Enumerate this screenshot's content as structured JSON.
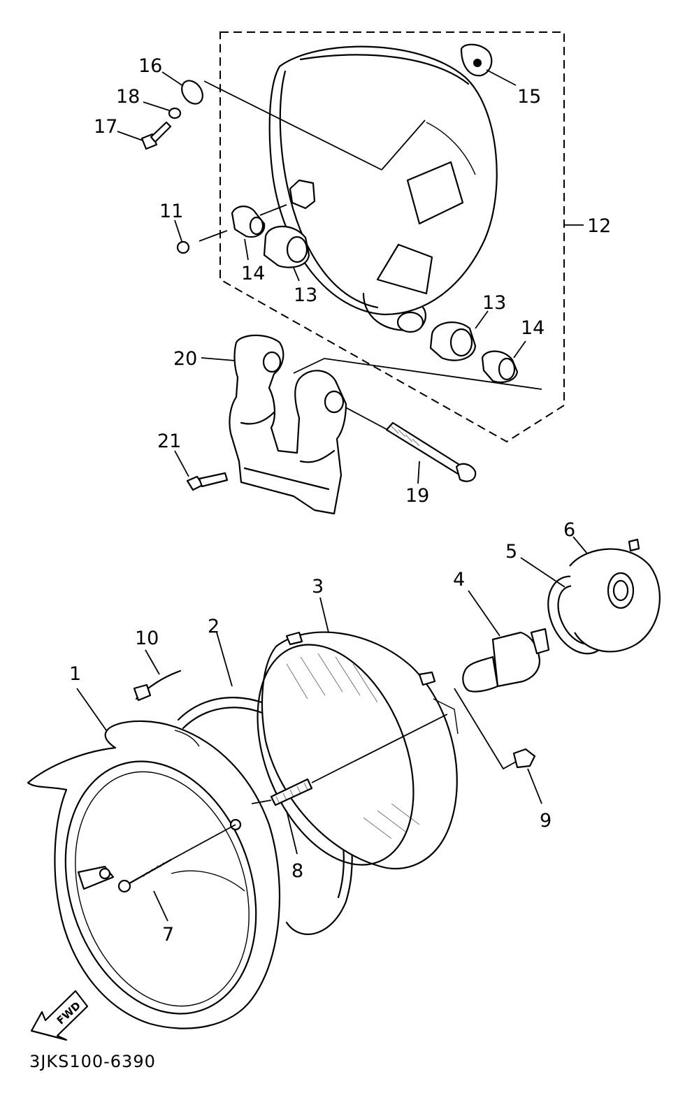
{
  "diagram": {
    "code": "3JKS100-6390",
    "fwd_label": "FWD",
    "callouts": [
      {
        "id": "c16",
        "text": "16"
      },
      {
        "id": "c18",
        "text": "18"
      },
      {
        "id": "c17",
        "text": "17"
      },
      {
        "id": "c15",
        "text": "15"
      },
      {
        "id": "c11",
        "text": "11"
      },
      {
        "id": "c12",
        "text": "12"
      },
      {
        "id": "c14a",
        "text": "14"
      },
      {
        "id": "c13a",
        "text": "13"
      },
      {
        "id": "c13b",
        "text": "13"
      },
      {
        "id": "c14b",
        "text": "14"
      },
      {
        "id": "c20",
        "text": "20"
      },
      {
        "id": "c21",
        "text": "21"
      },
      {
        "id": "c19",
        "text": "19"
      },
      {
        "id": "c6",
        "text": "6"
      },
      {
        "id": "c5",
        "text": "5"
      },
      {
        "id": "c4",
        "text": "4"
      },
      {
        "id": "c3",
        "text": "3"
      },
      {
        "id": "c2",
        "text": "2"
      },
      {
        "id": "c10",
        "text": "10"
      },
      {
        "id": "c1",
        "text": "1"
      },
      {
        "id": "c9",
        "text": "9"
      },
      {
        "id": "c8",
        "text": "8"
      },
      {
        "id": "c7",
        "text": "7"
      }
    ]
  }
}
